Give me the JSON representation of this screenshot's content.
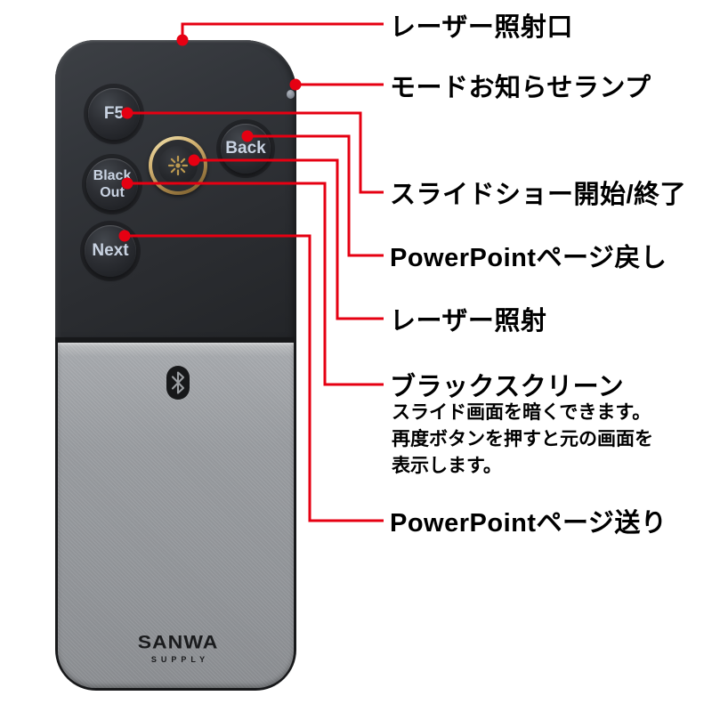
{
  "device": {
    "type": "presentation-remote",
    "buttons": {
      "f5": "F5",
      "back": "Back",
      "blackout_line1": "Black",
      "blackout_line2": "Out",
      "next": "Next"
    },
    "brand": {
      "name": "SANWA",
      "sub": "SUPPLY"
    }
  },
  "callouts": [
    {
      "label": "レーザー照射口"
    },
    {
      "label": "モードお知らせランプ"
    },
    {
      "label": "スライドショー開始/終了"
    },
    {
      "label": "PowerPointページ戻し"
    },
    {
      "label": "レーザー照射"
    },
    {
      "label": "ブラックスクリーン",
      "description": [
        "スライド画面を暗くできます。",
        "再度ボタンを押すと元の画面を",
        "表示します。"
      ]
    },
    {
      "label": "PowerPointページ送り"
    }
  ],
  "colors": {
    "callout_red": "#e60012",
    "label_text": "#000000",
    "body_dark": "#2d2f33",
    "body_silver": "#9b9ea2",
    "gold_ring": "#c8a868",
    "button_text": "#c9d3e2"
  }
}
